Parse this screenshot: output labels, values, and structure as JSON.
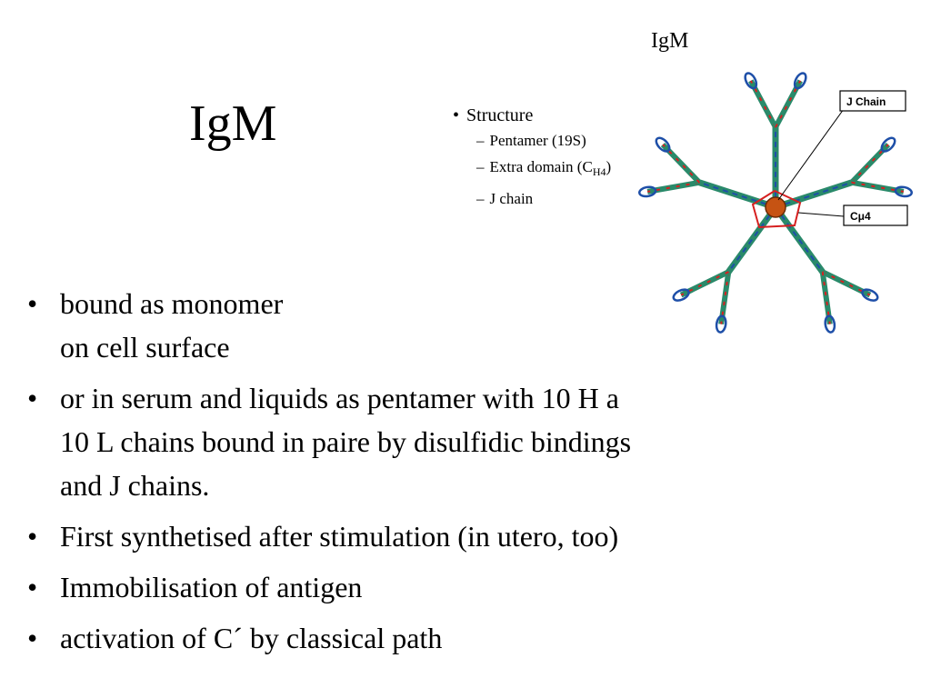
{
  "slide": {
    "title": "IgM"
  },
  "figure": {
    "title": "IgM",
    "structure_heading": "Structure",
    "structure_items": [
      {
        "text": "Pentamer (19S)"
      },
      {
        "text": "Extra domain (C",
        "sub": "H4",
        "tail": ")"
      },
      {
        "text": "J chain"
      }
    ],
    "labels": {
      "j_chain": "J Chain",
      "cmu4": "Cμ4"
    }
  },
  "bullets": [
    {
      "lines": [
        "bound as monomer",
        "on cell surface"
      ]
    },
    {
      "lines": [
        "or in serum and liquids as pentamer with 10 H a",
        "10 L chains bound in paire by disulfidic bindings",
        "and J chains."
      ]
    },
    {
      "lines": [
        "First synthetised after stimulation (in utero, too)"
      ]
    },
    {
      "lines": [
        "Immobilisation of antigen"
      ]
    },
    {
      "lines": [
        "activation of C´ by classical path"
      ]
    }
  ]
}
